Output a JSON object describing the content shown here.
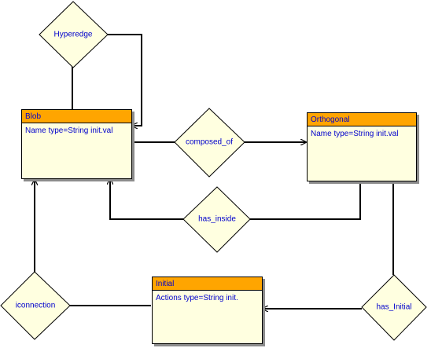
{
  "entities": {
    "blob": {
      "name": "Blob",
      "attribute": "Name type=String init.val"
    },
    "orthogonal": {
      "name": "Orthogonal",
      "attribute": "Name type=String init.val"
    },
    "initial": {
      "name": "Initial",
      "attribute": "Actions type=String init."
    }
  },
  "relationships": {
    "hyperedge": "Hyperedge",
    "composed_of": "composed_of",
    "has_inside": "has_inside",
    "has_initial": "has_Initial",
    "iconnection": "iconnection"
  },
  "colors": {
    "entity_header": "#ffa500",
    "entity_body": "#ffffe0",
    "diamond_fill": "#ffffe0",
    "text": "#0000cc",
    "line": "#000000",
    "shadow": "#8c8c8c"
  }
}
